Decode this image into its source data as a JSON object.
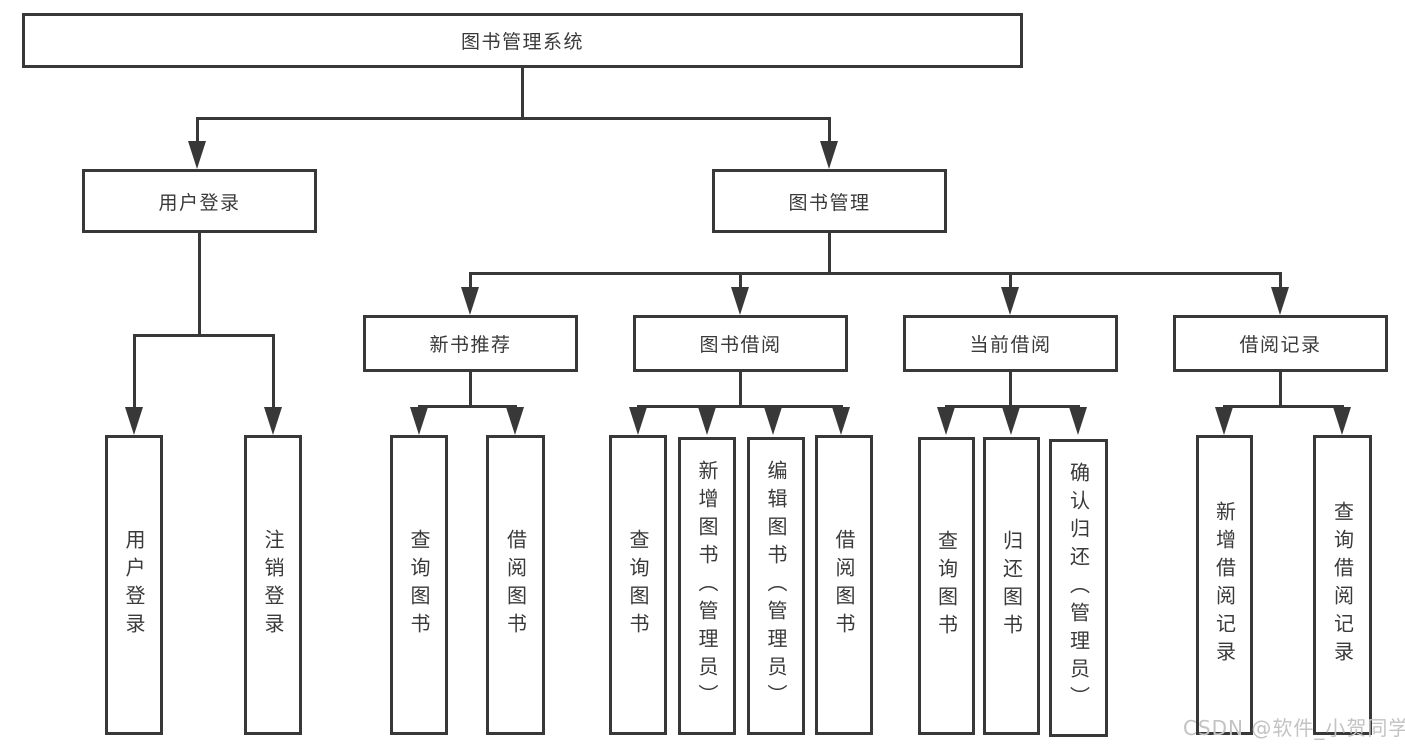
{
  "nodes": {
    "root": "图书管理系统",
    "level2": {
      "login": "用户登录",
      "management": "图书管理"
    },
    "level3": {
      "new_books": "新书推荐",
      "book_borrow": "图书借阅",
      "current_borrow": "当前借阅",
      "borrow_records": "借阅记录"
    },
    "leaves": {
      "login": [
        "用户登录",
        "注销登录"
      ],
      "new_books": [
        "查询图书",
        "借阅图书"
      ],
      "book_borrow": [
        "查询图书",
        "新增图书（管理员）",
        "编辑图书（管理员）",
        "借阅图书"
      ],
      "current_borrow": [
        "查询图书",
        "归还图书",
        "确认归还（管理员）"
      ],
      "borrow_records": [
        "新增借阅记录",
        "查询借阅记录"
      ]
    }
  },
  "watermark": "CSDN @软件_小贺同学",
  "colors": {
    "line": "#383838",
    "text": "#3a3a3a",
    "watermark": "#c3c3c3",
    "background": "#ffffff"
  }
}
